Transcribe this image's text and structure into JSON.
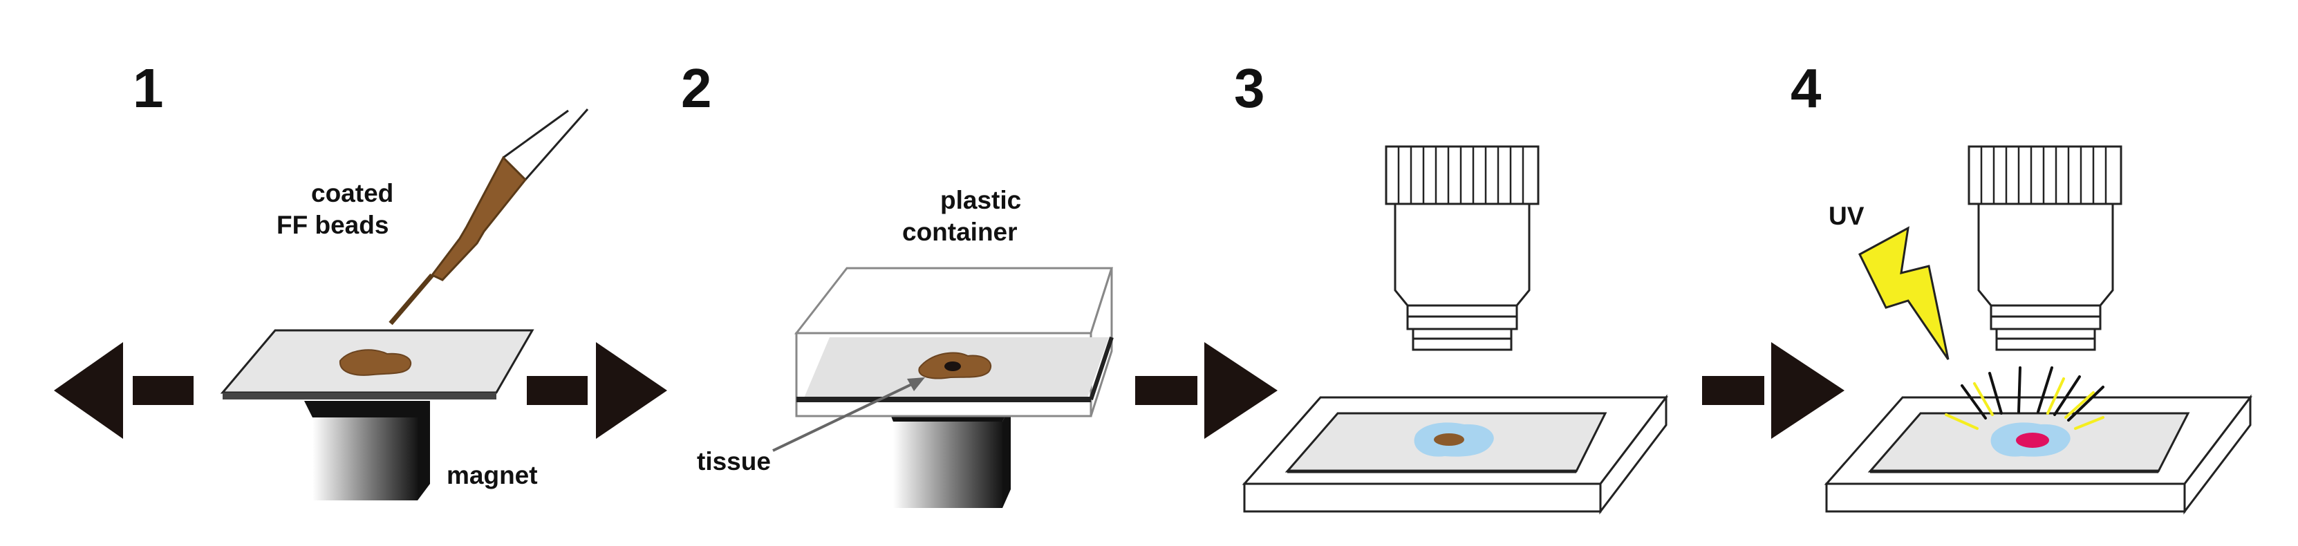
{
  "steps": [
    {
      "number": "1"
    },
    {
      "number": "2"
    },
    {
      "number": "3"
    },
    {
      "number": "4"
    }
  ],
  "labels": {
    "coated_line1": "coated",
    "coated_line2": "FF beads",
    "magnet": "magnet",
    "plastic_line1": "plastic",
    "plastic_line2": "container",
    "tissue": "tissue",
    "uv": "UV"
  },
  "colors": {
    "ink": "#111111",
    "tissue_brown": "#8b5a2b",
    "slide_gray": "#e6e6e6",
    "stain_blue": "#a8d4f0",
    "signal_magenta": "#e0115f",
    "uv_yellow": "#f5ee1f"
  },
  "icons": [
    "double-arrow-icon",
    "pipette-icon",
    "magnet-block-icon",
    "container-icon",
    "arrow-right-icon",
    "objective-lens-icon",
    "lightning-bolt-icon"
  ]
}
